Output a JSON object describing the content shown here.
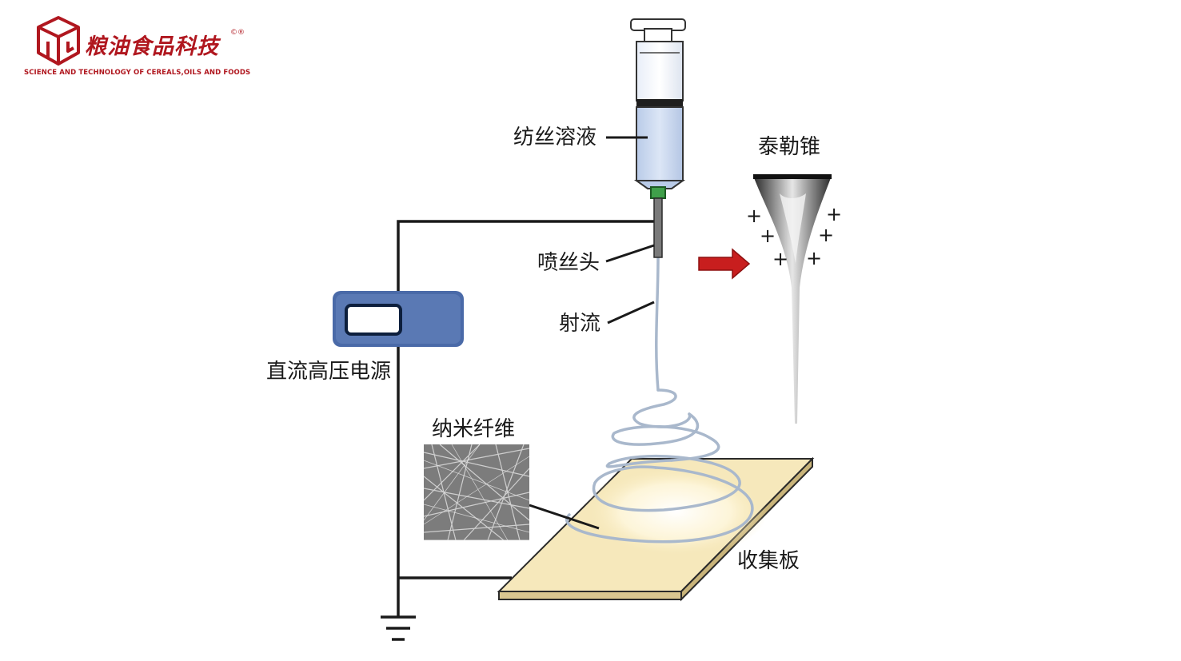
{
  "logo": {
    "name_cn": "粮油食品科技",
    "mark": "©®",
    "name_en": "SCIENCE AND TECHNOLOGY OF CEREALS,OILS AND FOODS",
    "color": "#b0171f"
  },
  "labels": {
    "spinning_solution": "纺丝溶液",
    "taylor_cone": "泰勒锥",
    "spinneret": "喷丝头",
    "jet": "射流",
    "power_supply": "直流高压电源",
    "nanofiber": "纳米纤维",
    "collector": "收集板",
    "charge_sign": "+"
  },
  "colors": {
    "wire": "#1a1a1a",
    "power_supply": "#4a6aa8",
    "collector": "#f5e6b4",
    "solution": "#c9d8ef",
    "arrow": "#c81e1e",
    "jet": "#a9b8cc"
  }
}
